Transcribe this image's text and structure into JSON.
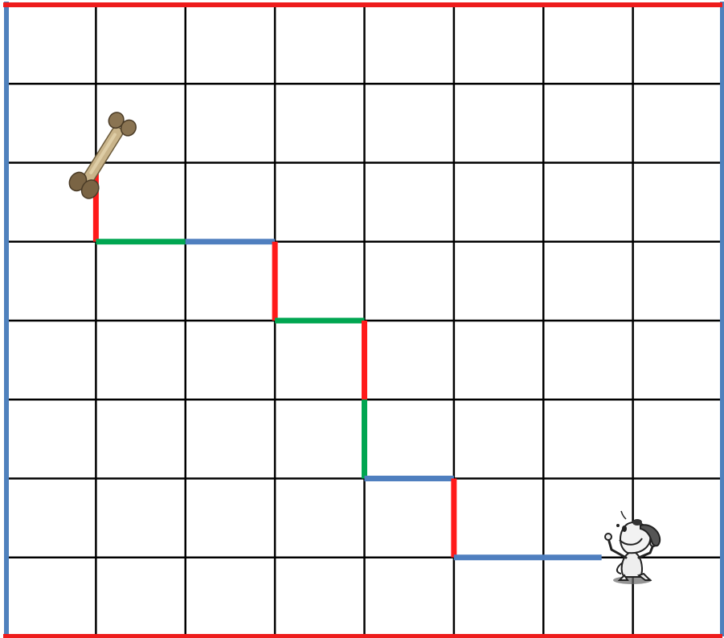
{
  "grid": {
    "columns": 8,
    "rows": 8
  },
  "colors": {
    "grid_line": "#000000",
    "border_top": "#ee1c1c",
    "border_bottom": "#ee1c1c",
    "border_left": "#4f81bd",
    "border_right": "#4f81bd",
    "path_red": "#ff1a1a",
    "path_green": "#00a651",
    "path_blue": "#4f7fbf"
  },
  "path_segments": [
    {
      "from": [
        1,
        2
      ],
      "to": [
        1,
        3
      ],
      "color": "red"
    },
    {
      "from": [
        1,
        3
      ],
      "to": [
        2,
        3
      ],
      "color": "green"
    },
    {
      "from": [
        2,
        3
      ],
      "to": [
        3,
        3
      ],
      "color": "blue"
    },
    {
      "from": [
        3,
        3
      ],
      "to": [
        3,
        4
      ],
      "color": "red"
    },
    {
      "from": [
        3,
        4
      ],
      "to": [
        4,
        4
      ],
      "color": "green"
    },
    {
      "from": [
        4,
        4
      ],
      "to": [
        4,
        5
      ],
      "color": "red"
    },
    {
      "from": [
        4,
        5
      ],
      "to": [
        4,
        6
      ],
      "color": "green"
    },
    {
      "from": [
        4,
        6
      ],
      "to": [
        5,
        6
      ],
      "color": "blue"
    },
    {
      "from": [
        5,
        6
      ],
      "to": [
        5,
        7
      ],
      "color": "red"
    },
    {
      "from": [
        5,
        7
      ],
      "to": [
        6.65,
        7
      ],
      "color": "blue"
    }
  ],
  "pieces": {
    "bone": {
      "name": "bone",
      "icon": "bone-icon"
    },
    "dog": {
      "name": "dog",
      "icon": "dog-icon"
    }
  }
}
